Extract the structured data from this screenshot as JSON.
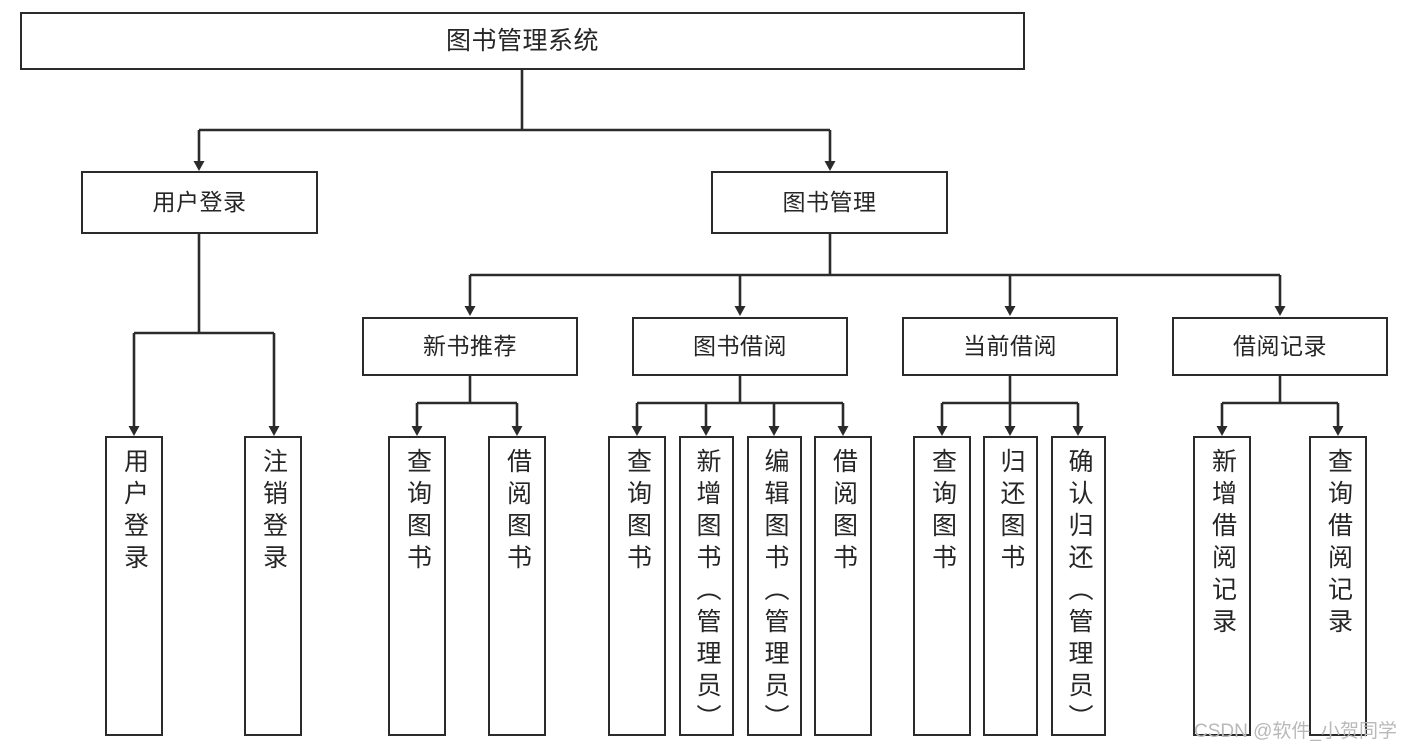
{
  "diagram": {
    "title": "图书管理系统",
    "type": "tree-hierarchy-chart",
    "colors": {
      "box_border": "#2b2b2b",
      "box_fill": "#ffffff",
      "connector": "#2b2b2b",
      "text": "#262626",
      "watermark": "#b9b9b9",
      "background": "#ffffff"
    },
    "root": {
      "label": "图书管理系统"
    },
    "level2": [
      {
        "label": "用户登录"
      },
      {
        "label": "图书管理"
      }
    ],
    "level3": [
      {
        "label": "新书推荐"
      },
      {
        "label": "图书借阅"
      },
      {
        "label": "当前借阅"
      },
      {
        "label": "借阅记录"
      }
    ],
    "leaves": {
      "user_login": [
        {
          "label": "用户登录"
        },
        {
          "label": "注销登录"
        }
      ],
      "new_book_recommend": [
        {
          "label": "查询图书"
        },
        {
          "label": "借阅图书"
        }
      ],
      "book_borrow": [
        {
          "label": "查询图书"
        },
        {
          "label": "新增图书（管理员）"
        },
        {
          "label": "编辑图书（管理员）"
        },
        {
          "label": "借阅图书"
        }
      ],
      "current_borrow": [
        {
          "label": "查询图书"
        },
        {
          "label": "归还图书"
        },
        {
          "label": "确认归还（管理员）"
        }
      ],
      "borrow_record": [
        {
          "label": "新增借阅记录"
        },
        {
          "label": "查询借阅记录"
        }
      ]
    }
  },
  "watermark": {
    "text": "CSDN @软件_小贺同学"
  }
}
